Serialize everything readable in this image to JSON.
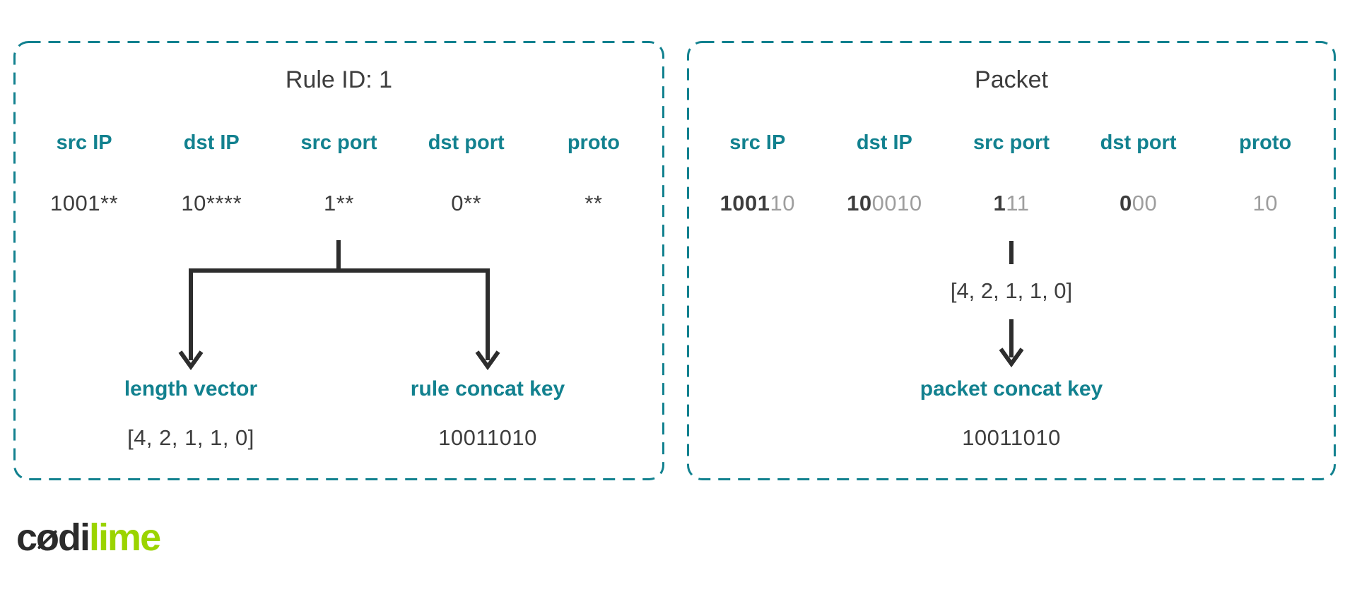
{
  "rule_box": {
    "title": "Rule ID: 1",
    "columns": [
      "src IP",
      "dst IP",
      "src port",
      "dst port",
      "proto"
    ],
    "values": [
      "1001**",
      "10****",
      "1**",
      "0**",
      "**"
    ],
    "length_vector_label": "length vector",
    "length_vector_value": "[4, 2, 1, 1, 0]",
    "concat_key_label": "rule concat key",
    "concat_key_value": "10011010"
  },
  "packet_box": {
    "title": "Packet",
    "columns": [
      "src IP",
      "dst IP",
      "src port",
      "dst port",
      "proto"
    ],
    "values": [
      {
        "matched": "1001",
        "rest": "10"
      },
      {
        "matched": "10",
        "rest": "0010"
      },
      {
        "matched": "1",
        "rest": "11"
      },
      {
        "matched": "0",
        "rest": "00"
      },
      {
        "matched": "",
        "rest": "10"
      }
    ],
    "length_vector_value": "[4, 2, 1, 1, 0]",
    "concat_key_label": "packet concat key",
    "concat_key_value": "10011010"
  },
  "logo": {
    "prefix": "c",
    "slashed_letter": "o",
    "middle": "di",
    "accent": "lime"
  },
  "colors": {
    "teal": "#12818f",
    "dark": "#3d3d3d",
    "grey": "#9e9e9e",
    "arrow": "#2d2d2d",
    "lime": "#9bd400",
    "logo-dark": "#2b2b2b"
  }
}
